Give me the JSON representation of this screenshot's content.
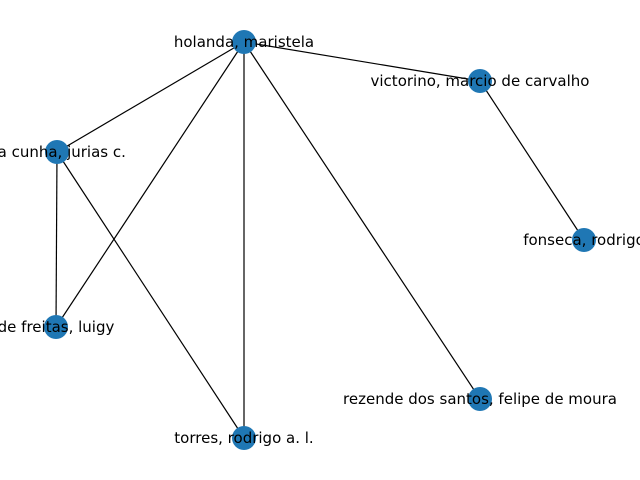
{
  "graph": {
    "node_color": "#1f77b4",
    "edge_color": "#000000",
    "nodes": [
      {
        "id": "holanda",
        "label": "holanda, maristela"
      },
      {
        "id": "victorino",
        "label": "victorino, marcio de carvalho"
      },
      {
        "id": "cunha",
        "label": "da cunha, jurias c."
      },
      {
        "id": "fonseca",
        "label": "fonseca, rodrigo"
      },
      {
        "id": "freitas",
        "label": "de freitas, luigy"
      },
      {
        "id": "rezende",
        "label": "rezende dos santos, felipe de moura"
      },
      {
        "id": "torres",
        "label": "torres, rodrigo a. l."
      }
    ],
    "edges": [
      {
        "source": "holanda",
        "target": "victorino"
      },
      {
        "source": "holanda",
        "target": "cunha"
      },
      {
        "source": "holanda",
        "target": "freitas"
      },
      {
        "source": "holanda",
        "target": "torres"
      },
      {
        "source": "holanda",
        "target": "rezende"
      },
      {
        "source": "victorino",
        "target": "fonseca"
      },
      {
        "source": "cunha",
        "target": "freitas"
      },
      {
        "source": "cunha",
        "target": "torres"
      }
    ]
  }
}
